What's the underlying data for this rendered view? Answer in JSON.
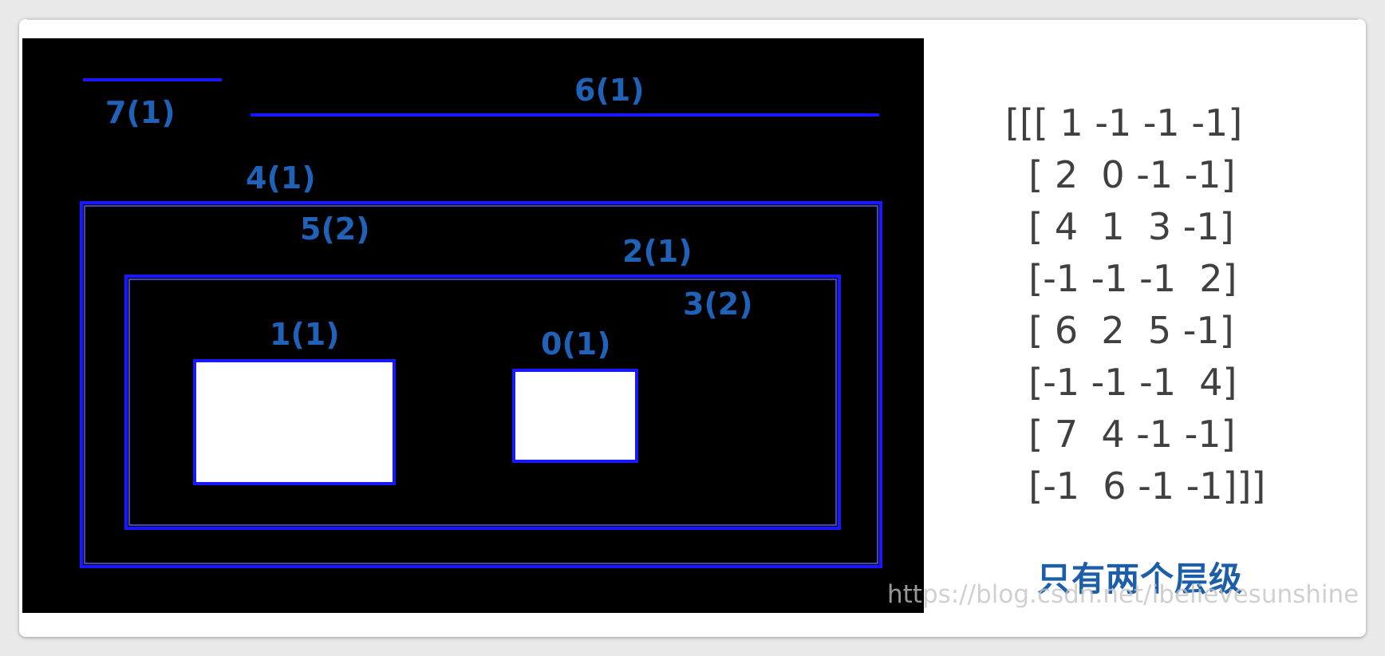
{
  "diagram": {
    "colors": {
      "background": "#000000",
      "contour": "#1818ff",
      "label": "#1f62b8",
      "fill": "#ffffff"
    },
    "labels": {
      "c7": "7(1)",
      "c6": "6(1)",
      "c4": "4(1)",
      "c5": "5(2)",
      "c2": "2(1)",
      "c3": "3(2)",
      "c1": "1(1)",
      "c0": "0(1)"
    }
  },
  "hierarchy_rows": [
    "[[[ 1 -1 -1 -1]",
    "  [ 2  0 -1 -1]",
    "  [ 4  1  3 -1]",
    "  [-1 -1 -1  2]",
    "  [ 6  2  5 -1]",
    "  [-1 -1 -1  4]",
    "  [ 7  4 -1 -1]",
    "  [-1  6 -1 -1]]]"
  ],
  "caption": "只有两个层级",
  "watermark": "https://blog.csdn.net/ibelievesunshine"
}
